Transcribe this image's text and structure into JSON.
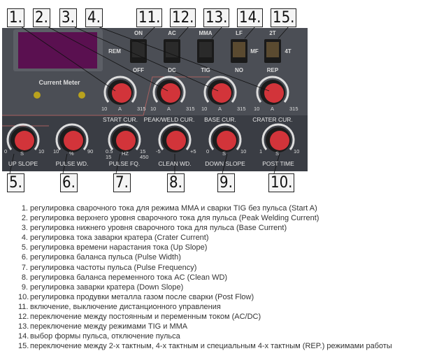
{
  "callouts_top": [
    "1.",
    "2.",
    "3.",
    "4.",
    "11.",
    "12.",
    "13.",
    "14.",
    "15."
  ],
  "callouts_bottom": [
    "5.",
    "6.",
    "7.",
    "8.",
    "9.",
    "10."
  ],
  "switches": [
    {
      "top": "ON",
      "side": "REM",
      "bottom": "OFF"
    },
    {
      "top": "AC",
      "side": "",
      "bottom": "DC"
    },
    {
      "top": "MMA",
      "side": "",
      "bottom": "TIG"
    },
    {
      "top": "LF",
      "side": "MF",
      "bottom": "NO"
    },
    {
      "top": "2T",
      "side": "4T",
      "bottom": "REP"
    }
  ],
  "meter_label": "Current Meter",
  "top_knobs": [
    {
      "min": "10",
      "unit": "A",
      "max": "315",
      "name": "START CUR."
    },
    {
      "min": "10",
      "unit": "A",
      "max": "315",
      "name": "PEAK/WELD CUR."
    },
    {
      "min": "10",
      "unit": "A",
      "max": "315",
      "name": "BASE CUR."
    },
    {
      "min": "10",
      "unit": "A",
      "max": "315",
      "name": "CRATER CUR."
    }
  ],
  "bottom_knobs": [
    {
      "min": "0",
      "unit": "S",
      "max": "10",
      "name": "UP SLOPE"
    },
    {
      "min": "10",
      "unit": "%",
      "max": "90",
      "name": "PULSE WD."
    },
    {
      "min": "0.5\n15",
      "unit": "HZ",
      "max": "15\n450",
      "name": "PULSE FQ."
    },
    {
      "min": "-5",
      "unit": "",
      "max": "+5",
      "name": "CLEAN WD."
    },
    {
      "min": "0",
      "unit": "S",
      "max": "10",
      "name": "DOWN SLOPE"
    },
    {
      "min": "1",
      "unit": "S",
      "max": "10",
      "name": "POST TIME"
    }
  ],
  "list": [
    {
      "n": "1.",
      "t": "регулировка сварочного тока для режима MMA и сварки TIG без пульса (Start A)"
    },
    {
      "n": "2.",
      "t": "регулировка верхнего уровня сварочного тока для пульса (Peak Welding Current)"
    },
    {
      "n": "3.",
      "t": "регулировка нижнего уровня сварочного тока для пульса (Base Current)"
    },
    {
      "n": "4.",
      "t": "регулировка тока заварки кратера (Crater Current)"
    },
    {
      "n": "5.",
      "t": "регулировка времени нарастания тока (Up Slope)"
    },
    {
      "n": "6.",
      "t": "регулировка баланса пульса (Pulse Width)"
    },
    {
      "n": "7.",
      "t": "регулировка частоты пульса (Pulse Frequency)"
    },
    {
      "n": "8.",
      "t": "регулировка баланса переменного тока AC (Clean WD)"
    },
    {
      "n": "9.",
      "t": "регулировка заварки кратера (Down Slope)"
    },
    {
      "n": "10.",
      "t": "регулировка продувки металла газом после сварки (Post Flow)"
    },
    {
      "n": "11.",
      "t": "включение, выключение дистанционного управления"
    },
    {
      "n": "12.",
      "t": "переключение между постоянным и переменным током (AC/DC)"
    },
    {
      "n": "13.",
      "t": "переключение между режимами TIG и MMA"
    },
    {
      "n": "14.",
      "t": "выбор формы пульса, отключение пульса"
    },
    {
      "n": "15.",
      "t": "переключение между 2-х тактным, 4-х тактным и специальным 4-х тактным (REP.) режимами работы"
    }
  ]
}
